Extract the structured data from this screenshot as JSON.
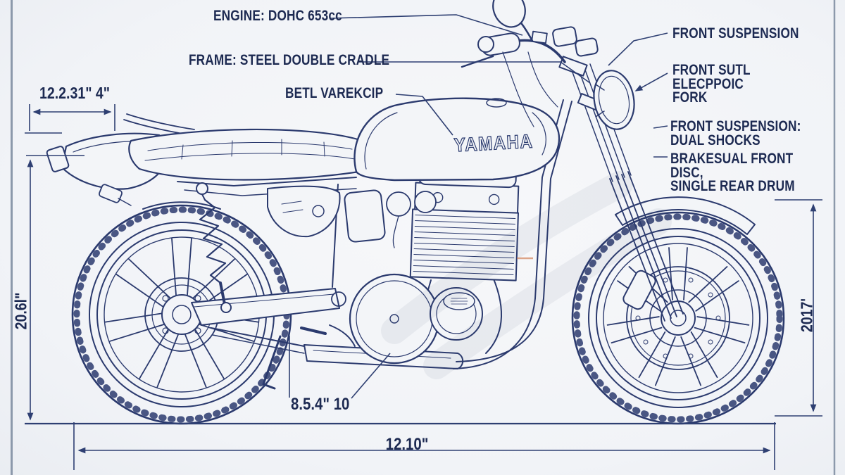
{
  "canvas": {
    "background": "#f3f5f8",
    "line_color": "#2b3a6e",
    "text_color": "#1d2a52",
    "border_color": "#8c99ab",
    "accent_orange": "#cf7a4e"
  },
  "tank_logo": "YAMAHA",
  "callouts": {
    "engine": "ENGINE: DOHC 653cc",
    "frame": "FRAME: STEEL DOUBLE CRADLE",
    "tank": "BETL VAREKCIP",
    "front_suspension": "FRONT SUSPENSION",
    "front_fork": "FRONT SUTL ELECPPOIC\nFORK",
    "rear_suspension": "FRONT SUSPENSION:\nDUAL SHOCKS",
    "brakes": "BRAKESUAL FRONT DISC,\nSINGLE REAR DRUM"
  },
  "dimensions": {
    "top_left": "12.2.31\" 4\"",
    "left_height": "20.6l\"",
    "right_height": "2017'",
    "exhaust_length": "8.5.4\" 10",
    "wheelbase": "12.10\""
  }
}
